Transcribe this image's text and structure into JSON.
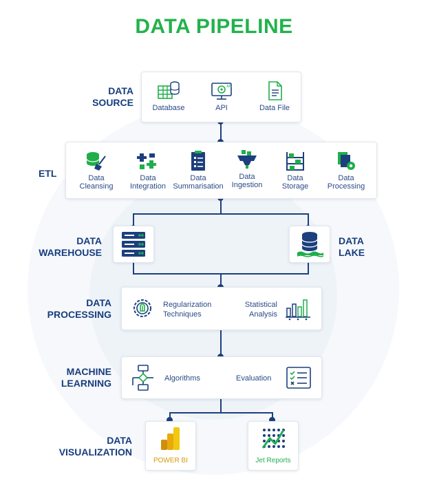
{
  "title": "DATA PIPELINE",
  "colors": {
    "green": "#22b24c",
    "navy": "#1c3f7d",
    "blue": "#2a4a86"
  },
  "stages": {
    "source": {
      "label": "DATA\nSOURCE",
      "items": [
        "Database",
        "API",
        "Data File"
      ],
      "icons": [
        "database-icon",
        "api-icon",
        "data-file-icon"
      ]
    },
    "etl": {
      "label": "ETL",
      "items": [
        "Data\nCleansing",
        "Data\nIntegration",
        "Data\nSummarisation",
        "Data\nIngestion",
        "Data\nStorage",
        "Data\nProcessing"
      ],
      "icons": [
        "cleansing-icon",
        "integration-icon",
        "summarisation-icon",
        "ingestion-icon",
        "storage-icon",
        "processing-icon"
      ]
    },
    "warehouse": {
      "label": "DATA\nWAREHOUSE",
      "icon": "server-rack-icon"
    },
    "lake": {
      "label": "DATA\nLAKE",
      "icon": "data-lake-icon"
    },
    "processing": {
      "label": "DATA\nPROCESSING",
      "items": [
        "Regularization\nTechniques",
        "Statistical\nAnalysis"
      ],
      "icons": [
        "gear-brain-icon",
        "bar-chart-icon"
      ]
    },
    "ml": {
      "label": "MACHINE\nLEARNING",
      "items": [
        "Algorithms",
        "Evaluation"
      ],
      "icons": [
        "flowchart-icon",
        "checklist-icon"
      ]
    },
    "viz": {
      "label": "DATA\nVISUALIZATION",
      "items": [
        "POWER BI",
        "Jet Reports"
      ],
      "icons": [
        "power-bi-icon",
        "jet-reports-icon"
      ]
    }
  }
}
